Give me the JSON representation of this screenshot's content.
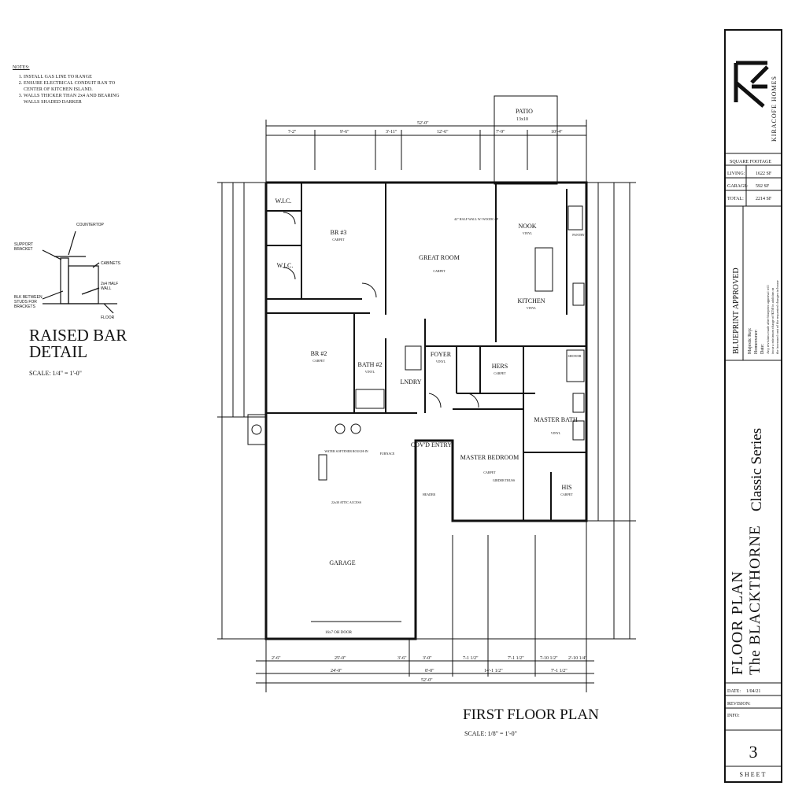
{
  "notes": {
    "heading": "NOTES:",
    "items": [
      "INSTALL GAS LINE TO RANGE",
      "ENSURE ELECTRICAL CONDUIT RAN TO CENTER OF KITCHEN ISLAND.",
      "WALLS THICKER THAN 2x4 AND BEARING WALLS SHADED DARKER"
    ]
  },
  "raised_bar_detail": {
    "title_line1": "RAISED BAR",
    "title_line2": "DETAIL",
    "scale": "SCALE: 1/4\" = 1'-0\"",
    "labels": {
      "countertop": "COUNTERTOP",
      "support_bracket": "SUPPORT BRACKET",
      "cabinets": "CABINETS",
      "half_wall": "2x4 HALF WALL",
      "blocking": "BLK BETWEEN STUDS FOR BRACKETS",
      "floor": "FLOOR"
    }
  },
  "plan": {
    "title": "FIRST FLOOR PLAN",
    "scale": "SCALE: 1/8\" = 1'-0\"",
    "patio": "PATIO",
    "patio_size": "13x10",
    "rooms": {
      "br3": "BR #3",
      "br3_floor": "CARPET",
      "wic1": "W.I.C.",
      "wic2": "W.I.C.",
      "great_room": "GREAT ROOM",
      "great_room_floor": "CARPET",
      "half_wall": "42\" HALF WALL W/ WOODCAP",
      "nook": "NOOK",
      "nook_floor": "VINYL",
      "kitchen": "KITCHEN",
      "kitchen_floor": "VINYL",
      "pantry": "PANTRY",
      "br2": "BR #2",
      "br2_floor": "CARPET",
      "bath2": "BATH #2",
      "bath2_floor": "VINYL",
      "lndry": "LNDRY",
      "foyer": "FOYER",
      "foyer_floor": "VINYL",
      "hers": "HERS",
      "hers_floor": "CARPET",
      "master_bath": "MASTER BATH",
      "master_bath_floor": "VINYL",
      "master_bedroom": "MASTER BEDROOM",
      "master_bedroom_floor": "CARPET",
      "his": "HIS",
      "his_floor": "CARPET",
      "covd_entry": "COV'D ENTRY",
      "garage": "GARAGE",
      "garage_door": "16x7 OH DOOR",
      "water_softener": "WATER SOFTENER ROUGH-IN",
      "attic_access": "22x30 ATTIC ACCESS",
      "furnace": "FURNACE",
      "shower": "SHOWER",
      "header": "HEADER",
      "girder": "GIRDER TRUSS"
    },
    "dims_top": [
      "7-2\"",
      "9'-6\"",
      "3'-11\"",
      "12'-6\"",
      "7'-9\"",
      "10'-4\""
    ],
    "overall_top": "52'-0\"",
    "dims_bottom_row1": [
      "2'-6\"",
      "25'-0\"",
      "3'-6\"",
      "3'-0\"",
      "7-1 1/2\"",
      "7'-1 1/2\"",
      "7-10 1/2\"",
      "2'-10 1/4\""
    ],
    "dims_bottom_row2": [
      "24'-0\"",
      "8'-0\"",
      "14'-1 1/2\"",
      "7'-1 1/2\""
    ],
    "overall_bottom": "52'-0\""
  },
  "title_block": {
    "company": "KIRACOFE HOMES",
    "square_footage_label": "SQUARE FOOTAGE",
    "sqft_rows": [
      {
        "label": "LIVING:",
        "value": "1622 SF"
      },
      {
        "label": "GARAGE:",
        "value": "592 SF"
      },
      {
        "label": "TOTAL:",
        "value": "2214 SF"
      }
    ],
    "approved": "BLUEPRINT APPROVED",
    "approval_lines": [
      "Majestic Rep:",
      "Homeowner:",
      "Date:",
      "Any revisions made after blueprint approval will",
      "incur a minimum charge of $250 in addition to",
      "the increased cost of the requested changes to house"
    ],
    "series": "Classic Series",
    "plan_name": "The BLACKTHORNE",
    "floor_plan": "FLOOR PLAN",
    "date_label": "DATE:",
    "date_value": "1/04/21",
    "revision_label": "REVISION:",
    "info_label": "INFO:",
    "sheet_number": "3",
    "sheet_label": "SHEET"
  }
}
